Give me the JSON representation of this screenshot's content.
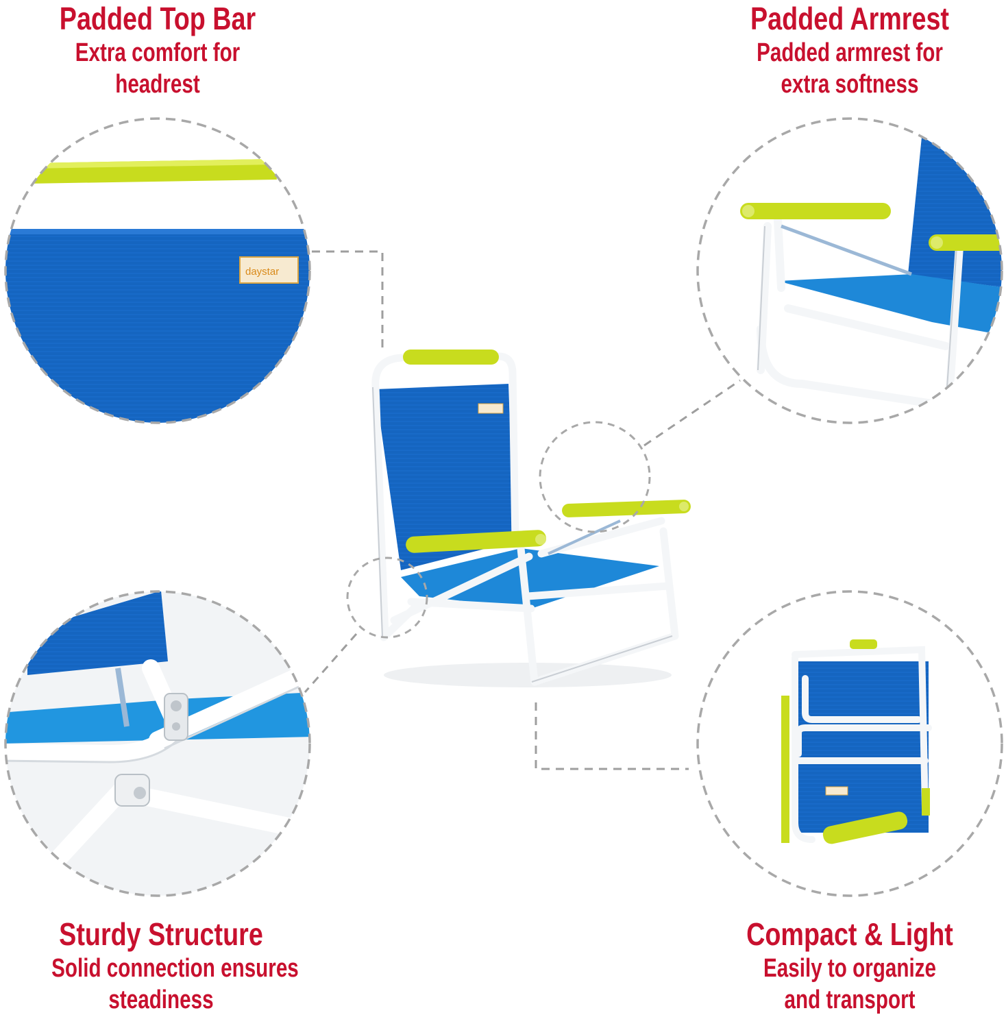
{
  "features": {
    "top_bar": {
      "title": "Padded Top Bar",
      "line1": "Extra comfort for",
      "line2": "headrest"
    },
    "armrest": {
      "title": "Padded Armrest",
      "line1": "Padded armrest for",
      "line2": "extra softness"
    },
    "sturdy": {
      "title": "Sturdy Structure",
      "line1": "Solid connection ensures",
      "line2": "steadiness"
    },
    "compact": {
      "title": "Compact & Light",
      "line1": "Easily to organize",
      "line2": "and transport"
    }
  },
  "brand_label": "daystar",
  "colors": {
    "accent_text": "#c8102e",
    "fabric_blue": "#1565c0",
    "pad_lime": "#c8dc1e",
    "frame_white": "#f4f6f8",
    "dash_gray": "#9e9e9e"
  }
}
